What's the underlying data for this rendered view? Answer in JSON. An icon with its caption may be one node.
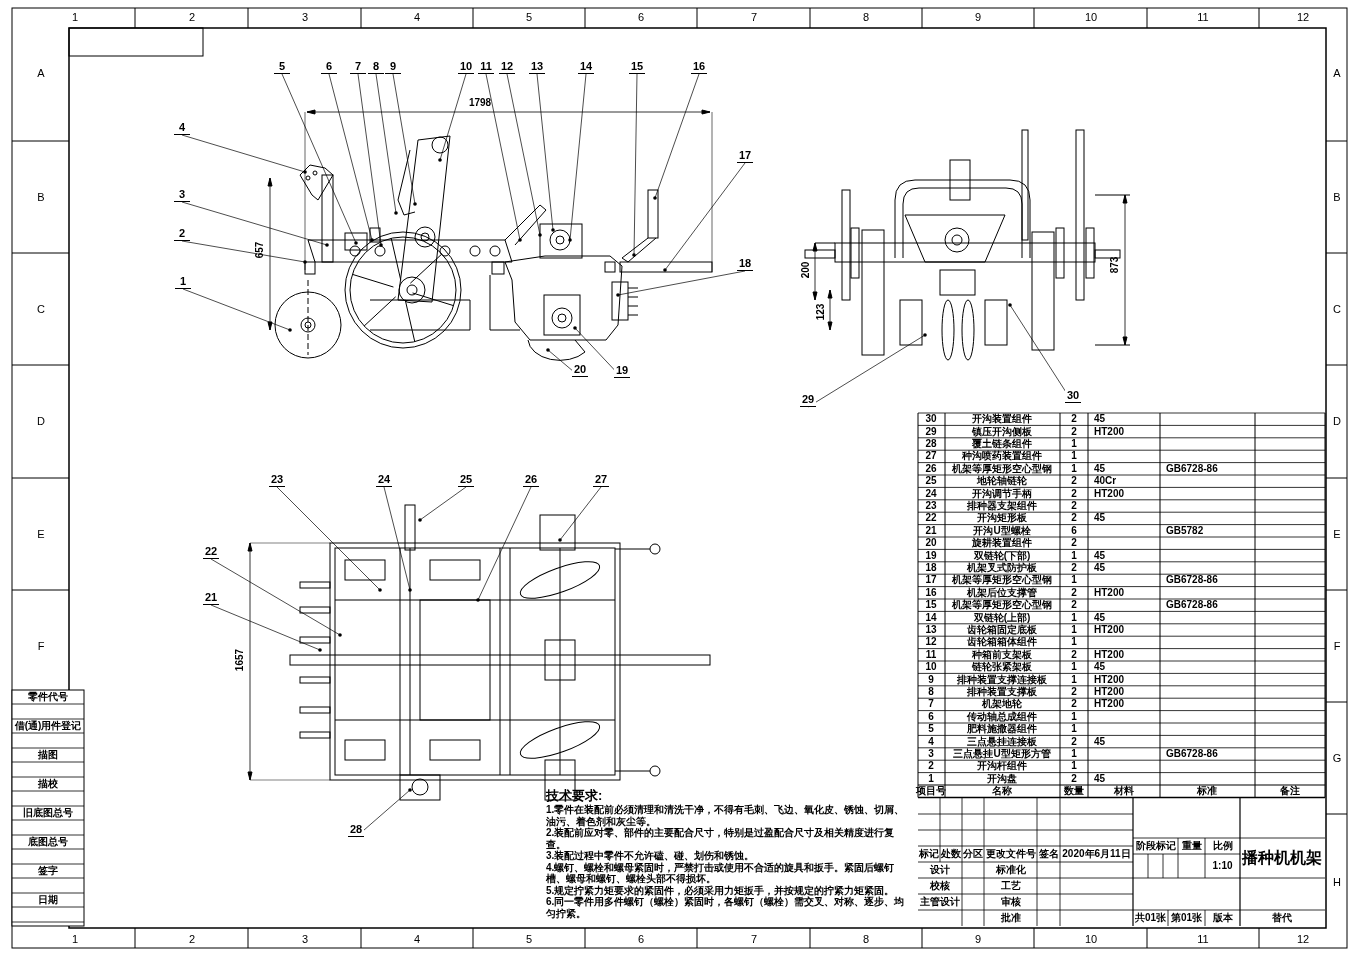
{
  "diagram": {
    "title": "播种机机架",
    "nodes": [
      {
        "text": [
          "1"
        ]
      },
      {
        "text": [
          "2"
        ]
      },
      {
        "text": [
          "3"
        ]
      },
      {
        "text": [
          "4"
        ]
      },
      {
        "text": [
          "5"
        ]
      },
      {
        "text": [
          "6"
        ]
      },
      {
        "text": [
          "7"
        ]
      },
      {
        "text": [
          "8"
        ]
      },
      {
        "text": [
          "9"
        ]
      },
      {
        "text": [
          "10"
        ]
      },
      {
        "text": [
          "11"
        ]
      },
      {
        "text": [
          "12"
        ]
      },
      {
        "text": [
          "13"
        ]
      },
      {
        "text": [
          "14"
        ]
      },
      {
        "text": [
          "15"
        ]
      },
      {
        "text": [
          "16"
        ]
      },
      {
        "text": [
          "17"
        ]
      },
      {
        "text": [
          "18"
        ]
      },
      {
        "text": [
          "19"
        ]
      },
      {
        "text": [
          "20"
        ]
      },
      {
        "text": [
          "21"
        ]
      },
      {
        "text": [
          "22"
        ]
      },
      {
        "text": [
          "23"
        ]
      },
      {
        "text": [
          "24"
        ]
      },
      {
        "text": [
          "25"
        ]
      },
      {
        "text": [
          "26"
        ]
      },
      {
        "text": [
          "27"
        ]
      },
      {
        "text": [
          "28"
        ]
      },
      {
        "text": [
          "29"
        ]
      },
      {
        "text": [
          "30"
        ]
      }
    ],
    "edges": [
      {
        "from": 0,
        "to": null,
        "arrow": "other"
      },
      {
        "from": 1,
        "to": null,
        "arrow": "other"
      },
      {
        "from": 2,
        "to": null,
        "arrow": "other"
      },
      {
        "from": 3,
        "to": null,
        "arrow": "other"
      },
      {
        "from": 4,
        "to": null,
        "arrow": "other"
      },
      {
        "from": 5,
        "to": null,
        "arrow": "other"
      },
      {
        "from": 6,
        "to": null,
        "arrow": "other"
      },
      {
        "from": 7,
        "to": null,
        "arrow": "other"
      },
      {
        "from": 8,
        "to": null,
        "arrow": "other"
      },
      {
        "from": 9,
        "to": null,
        "arrow": "other"
      },
      {
        "from": 10,
        "to": null,
        "arrow": "other"
      },
      {
        "from": 11,
        "to": null,
        "arrow": "other"
      },
      {
        "from": 12,
        "to": null,
        "arrow": "other"
      },
      {
        "from": 13,
        "to": null,
        "arrow": "other"
      },
      {
        "from": 14,
        "to": null,
        "arrow": "other"
      },
      {
        "from": 15,
        "to": null,
        "arrow": "other"
      },
      {
        "from": 16,
        "to": null,
        "arrow": "other"
      },
      {
        "from": 17,
        "to": null,
        "arrow": "other"
      },
      {
        "from": 18,
        "to": null,
        "arrow": "other"
      },
      {
        "from": 19,
        "to": null,
        "arrow": "other"
      },
      {
        "from": 20,
        "to": null,
        "arrow": "other"
      },
      {
        "from": 21,
        "to": null,
        "arrow": "other"
      },
      {
        "from": 22,
        "to": null,
        "arrow": "other"
      },
      {
        "from": 23,
        "to": null,
        "arrow": "other"
      },
      {
        "from": 24,
        "to": null,
        "arrow": "other"
      },
      {
        "from": 25,
        "to": null,
        "arrow": "other"
      },
      {
        "from": 26,
        "to": null,
        "arrow": "other"
      },
      {
        "from": 27,
        "to": null,
        "arrow": "other"
      },
      {
        "from": 28,
        "to": null,
        "arrow": "other"
      },
      {
        "from": 29,
        "to": null,
        "arrow": "other"
      }
    ],
    "labels": [
      "1",
      "2",
      "3",
      "4",
      "5",
      "6",
      "7",
      "8",
      "9",
      "10",
      "11",
      "12",
      "A",
      "B",
      "C",
      "D",
      "E",
      "F",
      "A",
      "B",
      "C",
      "D",
      "E",
      "F",
      "G",
      "H",
      "1",
      "2",
      "3",
      "4",
      "5",
      "6",
      "7",
      "8",
      "9",
      "10",
      "11",
      "12",
      "1798",
      "657",
      "200",
      "123",
      "873",
      "1657",
      "技术要求:",
      "1.零件在装配前必须清理和清洗干净，不得有毛刺、飞边、氧化皮、锈蚀、切屑、油污、着色剂和灰尘等。",
      "2.装配前应对零、部件的主要配合尺寸，特别是过盈配合尺寸及相关精度进行复查。",
      "3.装配过程中零件不允许磕、碰、划伤和锈蚀。",
      "4.螺钉、螺栓和螺母紧固时，严禁打击或使用不合适的旋具和扳手。紧固后螺钉槽、螺母和螺钉、螺栓头部不得损坏。",
      "5.规定拧紧力矩要求的紧固件，必须采用力矩扳手，并按规定的拧紧力矩紧固。",
      "6.同一零件用多件螺钉（螺栓）紧固时，各螺钉（螺栓）需交叉、对称、逐步、均匀拧紧。",
      "30",
      "开沟装置组件",
      "2",
      "45",
      "29",
      "镇压开沟侧板",
      "2",
      "HT200",
      "28",
      "覆土链条组件",
      "1",
      "27",
      "种沟喷药装置组件",
      "1",
      "26",
      "机架等厚矩形空心型钢",
      "1",
      "45",
      "GB6728-86",
      "25",
      "地轮轴链轮",
      "2",
      "40Cr",
      "24",
      "开沟调节手柄",
      "2",
      "HT200",
      "23",
      "排种器支架组件",
      "2",
      "22",
      "开沟矩形板",
      "2",
      "45",
      "21",
      "开沟U型螺栓",
      "6",
      "GB5782",
      "20",
      "旋耕装置组件",
      "2",
      "19",
      "双链轮(下部)",
      "1",
      "45",
      "18",
      "机架叉式防护板",
      "2",
      "45",
      "17",
      "机架等厚矩形空心型钢",
      "1",
      "GB6728-86",
      "16",
      "机架后位支撑管",
      "2",
      "HT200",
      "15",
      "机架等厚矩形空心型钢",
      "2",
      "GB6728-86",
      "14",
      "双链轮(上部)",
      "1",
      "45",
      "13",
      "齿轮箱固定底板",
      "1",
      "HT200",
      "12",
      "齿轮箱箱体组件",
      "1",
      "11",
      "种箱前支架板",
      "2",
      "HT200",
      "10",
      "链轮张紧架板",
      "1",
      "45",
      "9",
      "排种装置支撑连接板",
      "1",
      "HT200",
      "8",
      "排种装置支撑板",
      "2",
      "HT200",
      "7",
      "机架地轮",
      "2",
      "HT200",
      "6",
      "传动轴总成组件",
      "1",
      "5",
      "肥料施撒器组件",
      "1",
      "4",
      "三点悬挂连接板",
      "2",
      "45",
      "3",
      "三点悬挂U型矩形方管",
      "1",
      "GB6728-86",
      "2",
      "开沟杆组件",
      "1",
      "1",
      "开沟盘",
      "2",
      "45",
      "项目号",
      "名称",
      "数量",
      "材料",
      "标准",
      "备注",
      "标记",
      "处数",
      "分区",
      "更改文件号",
      "签名",
      "2020年6月11日",
      "阶段标记",
      "重量",
      "比例",
      "设计",
      "标准化",
      "1:10",
      "校核",
      "工艺",
      "主管设计",
      "审核",
      "批准",
      "共01张",
      "第01张",
      "版本",
      "替代",
      "零件代号",
      "借(通)用件登记",
      "描图",
      "描校",
      "旧底图总号",
      "底图总号",
      "签字",
      "日期"
    ]
  }
}
